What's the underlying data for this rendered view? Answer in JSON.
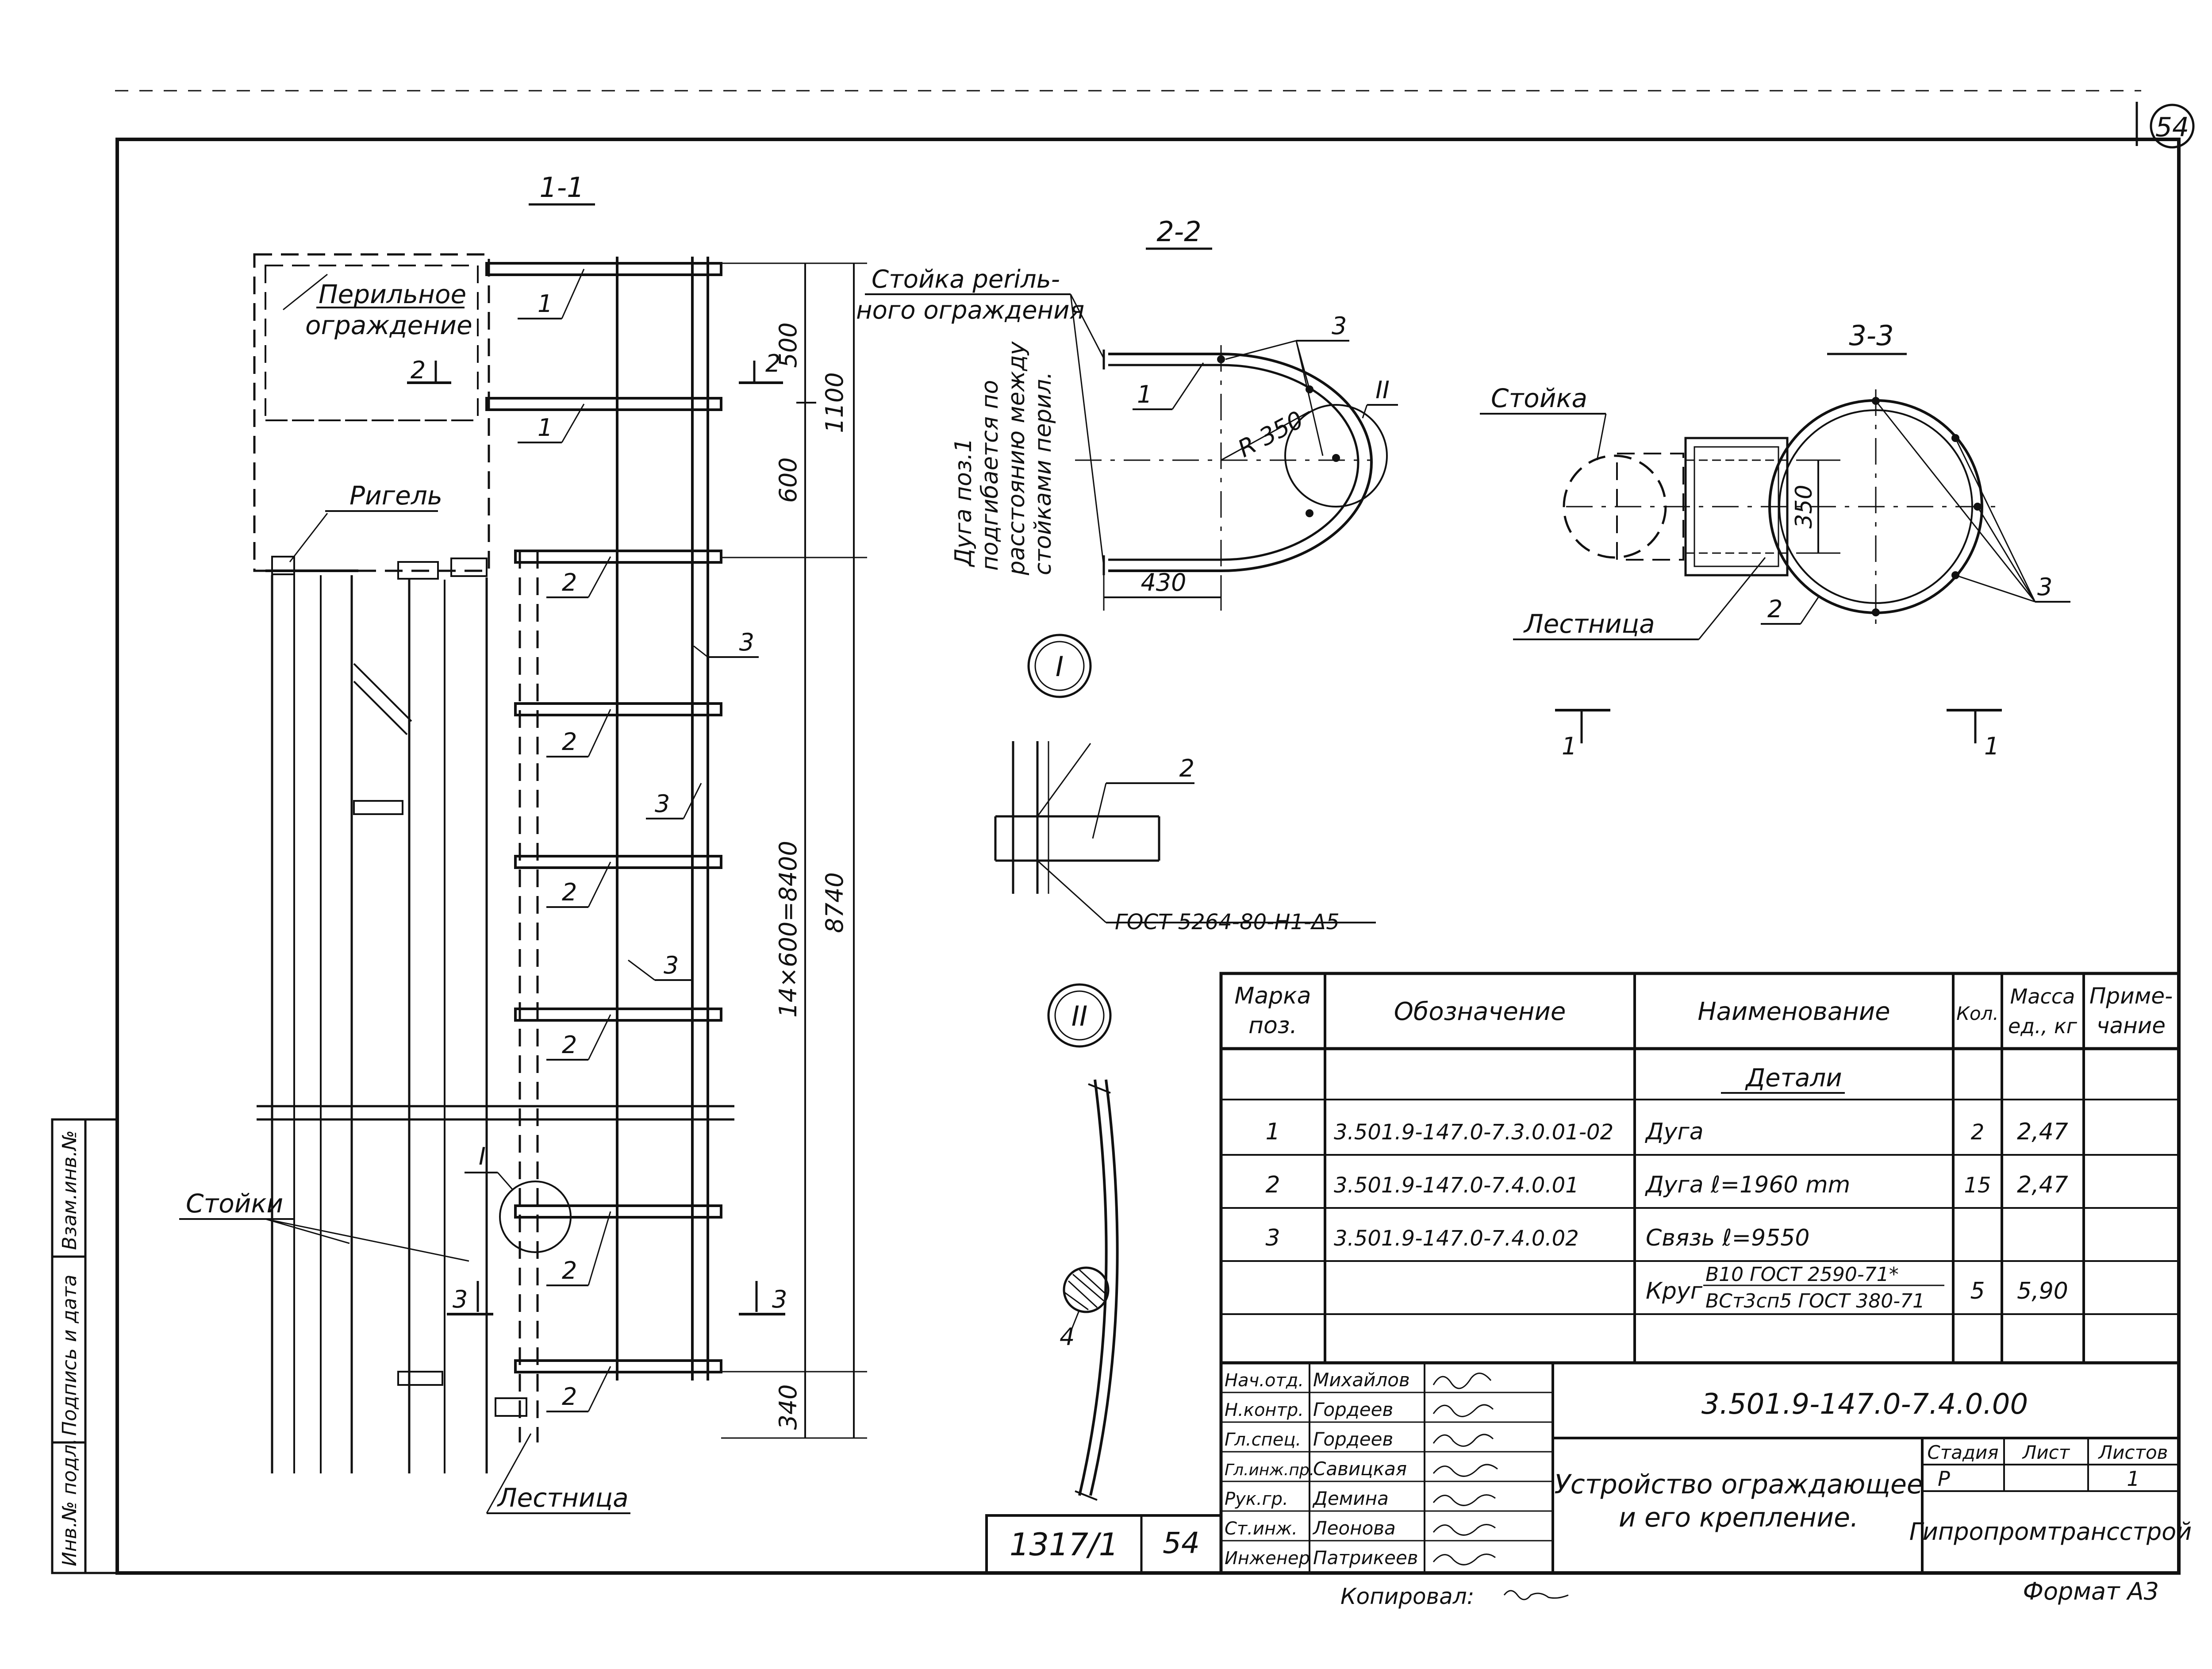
{
  "sheet_number": "54",
  "sections": {
    "s11": "1-1",
    "s22": "2-2",
    "s33": "3-3",
    "node1": "I",
    "node2": "II"
  },
  "labels": {
    "railing_1": "Перильное",
    "railing_2": "ограждение",
    "rigel": "Ригель",
    "stoiki": "Стойки",
    "lestnica": "Лестница",
    "stoika_railing_1": "Стойка periль-",
    "stoika_railing_2": "ного ограждения",
    "arc_note_1": "Дуга поз.1",
    "arc_note_2": "подгибается по",
    "arc_note_3": "расстоянию между",
    "arc_note_4": "стойками перил.",
    "stoika": "Стойка",
    "lestnica_2": "Лестница",
    "weld": "ГОСТ 5264-80-Н1-Δ5",
    "cut_mark": "1",
    "sec2_mark": "2",
    "sec3_mark": "3"
  },
  "positions": {
    "p1": "1",
    "p2": "2",
    "p3": "3",
    "p4": "4"
  },
  "dims": {
    "d500": "500",
    "d600": "600",
    "d1100": "1100",
    "d14x600": "14×600=8400",
    "d8740": "8740",
    "d340": "340",
    "r350": "R 350",
    "d430": "430",
    "d350": "350"
  },
  "spec_table": {
    "headers": {
      "mark_1": "Марка",
      "mark_2": "поз.",
      "designation": "Обозначение",
      "name": "Наименование",
      "qty": "Кол.",
      "mass_1": "Масса",
      "mass_2": "ед., кг",
      "note_1": "Приме-",
      "note_2": "чание"
    },
    "section_title": "Детали",
    "rows": [
      {
        "pos": "1",
        "designation": "3.501.9-147.0-7.3.0.01-02",
        "name": "Дуга",
        "qty": "2",
        "mass": "2,47"
      },
      {
        "pos": "2",
        "designation": "3.501.9-147.0-7.4.0.01",
        "name": "Дуга   ℓ=1960 mm",
        "qty": "15",
        "mass": "2,47"
      },
      {
        "pos": "3",
        "designation": "3.501.9-147.0-7.4.0.02",
        "name": "Связь   ℓ=9550",
        "qty": "",
        "mass": ""
      }
    ],
    "krug_label": "Круг",
    "krug_top": "В10 ГОСТ 2590-71*",
    "krug_bottom": "ВСт3сп5 ГОСТ 380-71",
    "krug_qty": "5",
    "krug_mass": "5,90"
  },
  "title_block": {
    "doc_code": "3.501.9-147.0-7.4.0.00",
    "title_1": "Устройство ограждающее",
    "title_2": "и его крепление.",
    "stage_label": "Стадия",
    "sheet_label": "Лист",
    "sheets_label": "Листов",
    "stage": "Р",
    "sheets": "1",
    "org": "Гипропромтрансстрой",
    "staff": [
      {
        "role": "Нач.отд.",
        "name": "Михайлов"
      },
      {
        "role": "Н.контр.",
        "name": "Гордеев"
      },
      {
        "role": "Гл.спец.",
        "name": "Гордеев"
      },
      {
        "role": "Гл.инж.пр.",
        "name": "Савицкая"
      },
      {
        "role": "Рук.гр.",
        "name": "Демина"
      },
      {
        "role": "Ст.инж.",
        "name": "Леонова"
      },
      {
        "role": "Инженер",
        "name": "Патрикеев"
      }
    ]
  },
  "stamp": {
    "number": "1317/1",
    "sheet": "54"
  },
  "side_strip": {
    "c1": "Инв.№ подл.",
    "c2": "Подпись и дата",
    "c3": "Взам.инв.№"
  },
  "footer": {
    "copied": "Копировал:",
    "format": "Формат А3"
  }
}
